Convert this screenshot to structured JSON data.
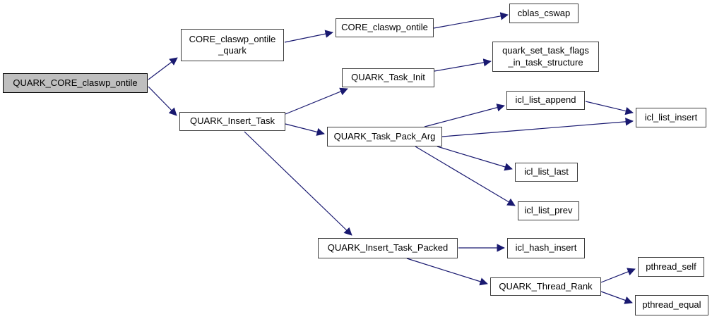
{
  "diagram": {
    "type": "call-graph",
    "root": "QUARK_CORE_claswp_ontile",
    "colors": {
      "edge": "#191970",
      "node_border": "#3d3d3d",
      "node_fill": "#ffffff",
      "root_fill": "#bfbfbf",
      "text": "#000000",
      "background": "#ffffff"
    },
    "nodes": [
      {
        "id": "QUARK_CORE_claswp_ontile",
        "label": "QUARK_CORE_claswp_ontile",
        "highlighted": true
      },
      {
        "id": "CORE_claswp_ontile_quark",
        "label": "CORE_claswp_ontile_quark",
        "lines": [
          "CORE_claswp_ontile",
          "_quark"
        ]
      },
      {
        "id": "QUARK_Insert_Task",
        "label": "QUARK_Insert_Task"
      },
      {
        "id": "CORE_claswp_ontile",
        "label": "CORE_claswp_ontile"
      },
      {
        "id": "QUARK_Task_Init",
        "label": "QUARK_Task_Init"
      },
      {
        "id": "QUARK_Task_Pack_Arg",
        "label": "QUARK_Task_Pack_Arg"
      },
      {
        "id": "cblas_cswap",
        "label": "cblas_cswap"
      },
      {
        "id": "quark_set_task_flags_in_task_structure",
        "label": "quark_set_task_flags_in_task_structure",
        "lines": [
          "quark_set_task_flags",
          "_in_task_structure"
        ]
      },
      {
        "id": "icl_list_append",
        "label": "icl_list_append"
      },
      {
        "id": "icl_list_insert",
        "label": "icl_list_insert"
      },
      {
        "id": "icl_list_last",
        "label": "icl_list_last"
      },
      {
        "id": "icl_list_prev",
        "label": "icl_list_prev"
      },
      {
        "id": "QUARK_Insert_Task_Packed",
        "label": "QUARK_Insert_Task_Packed"
      },
      {
        "id": "icl_hash_insert",
        "label": "icl_hash_insert"
      },
      {
        "id": "QUARK_Thread_Rank",
        "label": "QUARK_Thread_Rank"
      },
      {
        "id": "pthread_self",
        "label": "pthread_self"
      },
      {
        "id": "pthread_equal",
        "label": "pthread_equal"
      }
    ],
    "edges": [
      {
        "from": "QUARK_CORE_claswp_ontile",
        "to": "CORE_claswp_ontile_quark"
      },
      {
        "from": "QUARK_CORE_claswp_ontile",
        "to": "QUARK_Insert_Task"
      },
      {
        "from": "CORE_claswp_ontile_quark",
        "to": "CORE_claswp_ontile"
      },
      {
        "from": "CORE_claswp_ontile",
        "to": "cblas_cswap"
      },
      {
        "from": "QUARK_Insert_Task",
        "to": "QUARK_Task_Init"
      },
      {
        "from": "QUARK_Insert_Task",
        "to": "QUARK_Task_Pack_Arg"
      },
      {
        "from": "QUARK_Insert_Task",
        "to": "QUARK_Insert_Task_Packed"
      },
      {
        "from": "QUARK_Task_Init",
        "to": "quark_set_task_flags_in_task_structure"
      },
      {
        "from": "QUARK_Task_Pack_Arg",
        "to": "icl_list_append"
      },
      {
        "from": "QUARK_Task_Pack_Arg",
        "to": "icl_list_insert"
      },
      {
        "from": "QUARK_Task_Pack_Arg",
        "to": "icl_list_last"
      },
      {
        "from": "QUARK_Task_Pack_Arg",
        "to": "icl_list_prev"
      },
      {
        "from": "icl_list_append",
        "to": "icl_list_insert"
      },
      {
        "from": "QUARK_Insert_Task_Packed",
        "to": "icl_hash_insert"
      },
      {
        "from": "QUARK_Insert_Task_Packed",
        "to": "QUARK_Thread_Rank"
      },
      {
        "from": "QUARK_Thread_Rank",
        "to": "pthread_self"
      },
      {
        "from": "QUARK_Thread_Rank",
        "to": "pthread_equal"
      }
    ]
  }
}
